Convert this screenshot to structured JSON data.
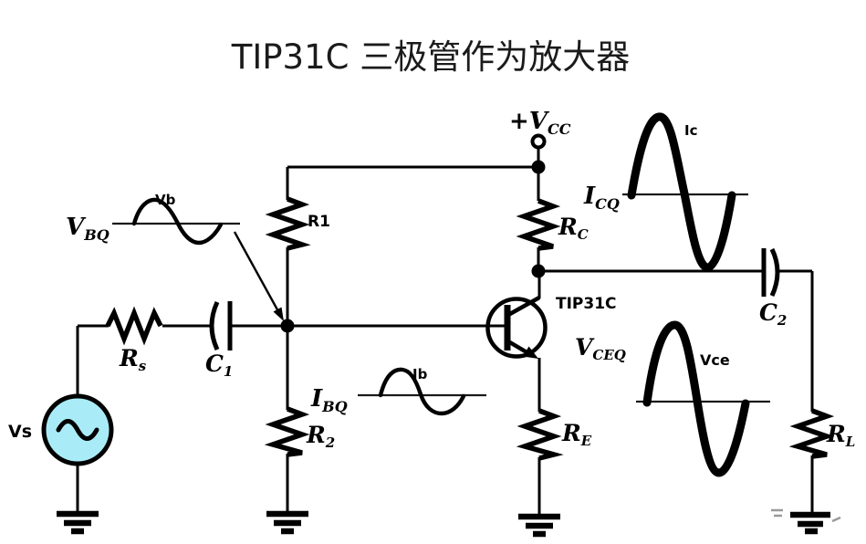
{
  "title": "TIP31C 三极管作为放大器",
  "colors": {
    "source_fill": "#a9ecf7",
    "line": "#000000"
  },
  "supply": {
    "label_main": "+V",
    "label_sub": "CC"
  },
  "transistor": {
    "name": "TIP31C"
  },
  "source": {
    "label": "Vs"
  },
  "resistors": {
    "r1": "R1",
    "r2_main": "R",
    "r2_sub": "2",
    "rc_main": "R",
    "rc_sub": "C",
    "re_main": "R",
    "re_sub": "E",
    "rl_main": "R",
    "rl_sub": "L",
    "rs_main": "R",
    "rs_sub": "s"
  },
  "capacitors": {
    "c1_main": "C",
    "c1_sub": "1",
    "c2_main": "C",
    "c2_sub": "2"
  },
  "bias_points": {
    "vbq_main": "V",
    "vbq_sub": "BQ",
    "ibq_main": "I",
    "ibq_sub": "BQ",
    "icq_main": "I",
    "icq_sub": "CQ",
    "vceq_main": "V",
    "vceq_sub": "CEQ"
  },
  "waveforms": {
    "vb": "Vb",
    "ib": "Ib",
    "ic": "Ic",
    "vce": "Vce"
  }
}
